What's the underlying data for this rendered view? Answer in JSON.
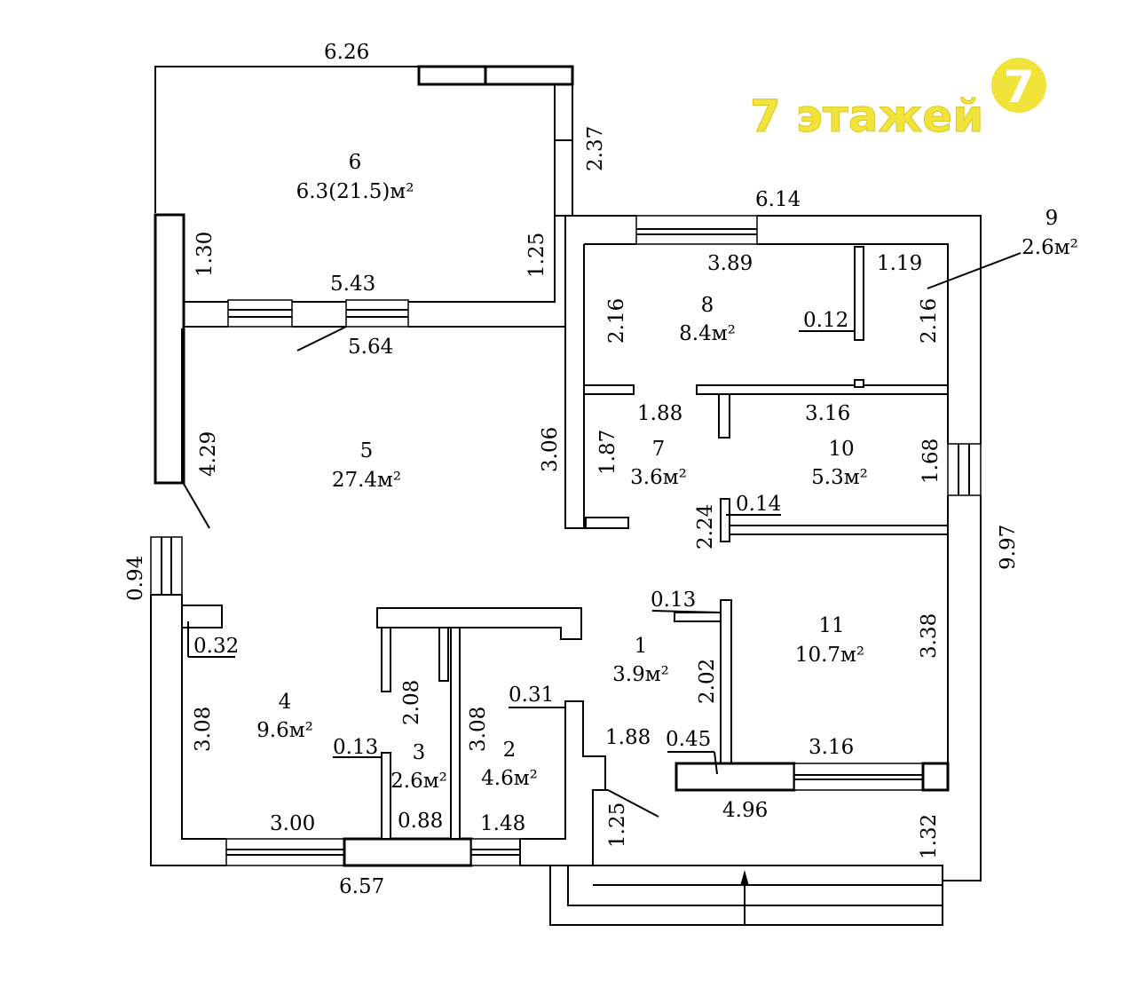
{
  "brand": {
    "text": "7 этажей",
    "logo_digit": "7",
    "color": "#f2e33a"
  },
  "rooms": [
    {
      "number": "1",
      "area": "3.9м²"
    },
    {
      "number": "2",
      "area": "4.6м²"
    },
    {
      "number": "3",
      "area": "2.6м²"
    },
    {
      "number": "4",
      "area": "9.6м²"
    },
    {
      "number": "5",
      "area": "27.4м²"
    },
    {
      "number": "6",
      "area": "6.3(21.5)м²"
    },
    {
      "number": "7",
      "area": "3.6м²"
    },
    {
      "number": "8",
      "area": "8.4м²"
    },
    {
      "number": "9",
      "area": "2.6м²"
    },
    {
      "number": "10",
      "area": "5.3м²"
    },
    {
      "number": "11",
      "area": "10.7м²"
    }
  ],
  "dimensions": {
    "top_6_26": "6.26",
    "d_2_37": "2.37",
    "d_6_14": "6.14",
    "d_1_30": "1.30",
    "d_1_25_top": "1.25",
    "d_5_43": "5.43",
    "d_5_64": "5.64",
    "d_3_89": "3.89",
    "d_1_19": "1.19",
    "d_2_16_left": "2.16",
    "d_2_16_right": "2.16",
    "d_0_12": "0.12",
    "d_4_29": "4.29",
    "d_3_06": "3.06",
    "d_1_87": "1.87",
    "d_1_88_top": "1.88",
    "d_3_16_top": "3.16",
    "d_1_68": "1.68",
    "d_2_24": "2.24",
    "d_0_14": "0.14",
    "d_9_97": "9.97",
    "d_0_94": "0.94",
    "d_0_32": "0.32",
    "d_0_13_top": "0.13",
    "d_3_38": "3.38",
    "d_2_02": "2.02",
    "d_2_08": "2.08",
    "d_3_08_left": "3.08",
    "d_3_08_mid": "3.08",
    "d_0_31": "0.31",
    "d_0_13_bot": "0.13",
    "d_1_88_bot": "1.88",
    "d_0_45": "0.45",
    "d_3_16_bot": "3.16",
    "d_3_00": "3.00",
    "d_0_88": "0.88",
    "d_1_48": "1.48",
    "d_1_25_bot": "1.25",
    "d_4_96": "4.96",
    "d_1_32": "1.32",
    "d_6_57": "6.57"
  }
}
